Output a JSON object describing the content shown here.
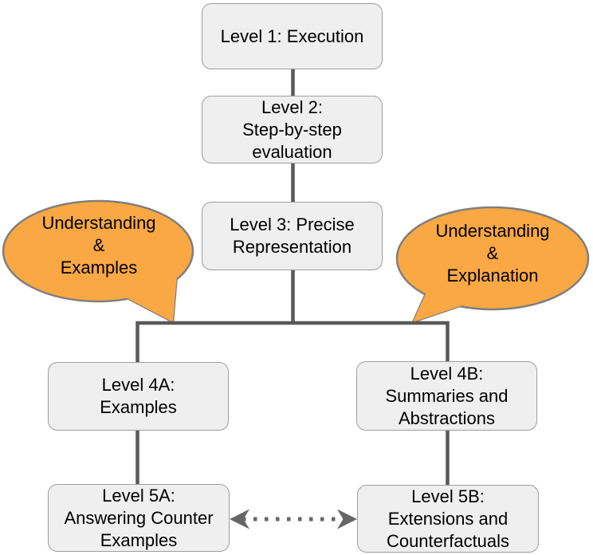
{
  "diagram": {
    "boxes": [
      {
        "id": "level-1",
        "label": "Level 1: Execution"
      },
      {
        "id": "level-2",
        "label": "Level 2:\nStep-by-step\nevaluation"
      },
      {
        "id": "level-3",
        "label": "Level 3: Precise\nRepresentation"
      },
      {
        "id": "level-4a",
        "label": "Level 4A:\nExamples"
      },
      {
        "id": "level-4b",
        "label": "Level 4B:\nSummaries and\nAbstractions"
      },
      {
        "id": "level-5a",
        "label": "Level 5A:\nAnswering Counter\nExamples"
      },
      {
        "id": "level-5b",
        "label": "Level 5B:\nExtensions and\nCounterfactuals"
      }
    ],
    "bubbles": [
      {
        "id": "left",
        "label": "Understanding\n&\nExamples"
      },
      {
        "id": "right",
        "label": "Understanding\n&\nExplanation"
      }
    ],
    "colors": {
      "box_fill": "#efefef",
      "box_border": "#9e9e9e",
      "connector": "#595959",
      "bubble_fill": "#f9a843",
      "bubble_border": "#7f7f7f",
      "dotted_arrow": "#666666",
      "text": "#000000",
      "background": "#ffffff"
    }
  }
}
